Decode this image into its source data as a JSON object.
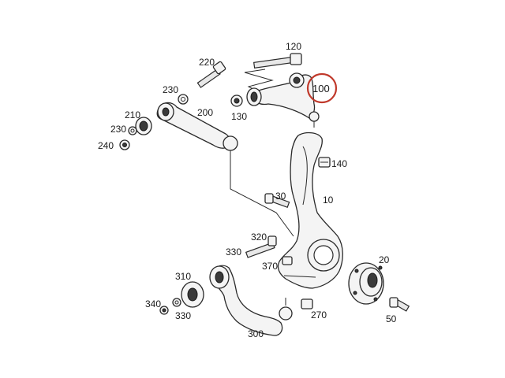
{
  "callouts": {
    "c10": "10",
    "c20": "20",
    "c50": "50",
    "c100": "100",
    "c120": "120",
    "c130": "130",
    "c140": "140",
    "c200": "200",
    "c210": "210",
    "c220": "220",
    "c230a": "230",
    "c230b": "230",
    "c240": "240",
    "c270": "270",
    "c300": "300",
    "c310": "310",
    "c320": "320",
    "c330a": "330",
    "c330b": "330",
    "c340": "340",
    "c370": "370",
    "c130b": "30"
  },
  "highlight": {
    "label": "100",
    "color": "#c0392b"
  }
}
